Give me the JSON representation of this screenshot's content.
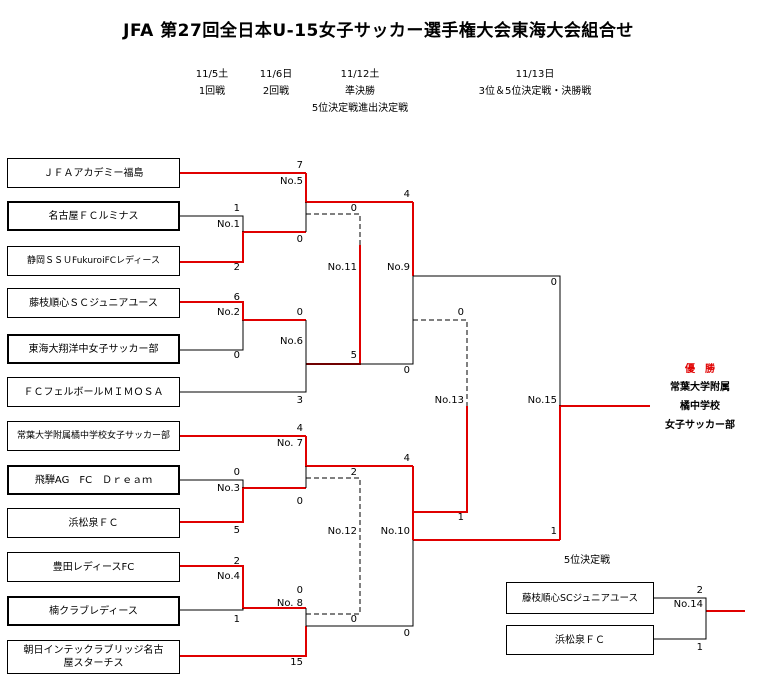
{
  "title": "JFA 第27回全日本U-15女子サッカー選手権大会東海大会組合せ",
  "headers": {
    "d1": {
      "date": "11/5土",
      "label": "1回戦"
    },
    "d2": {
      "date": "11/6日",
      "label": "2回戦"
    },
    "d3": {
      "date": "11/12土",
      "label": "準決勝",
      "sub": "5位決定戦進出決定戦"
    },
    "d4": {
      "date": "11/13日",
      "label": "3位＆5位決定戦・決勝戦"
    }
  },
  "teams": [
    "ＪＦＡアカデミー福島",
    "名古屋ＦＣルミナス",
    "静岡ＳＳＵFukuroiFCレディース",
    "藤枝順心ＳＣジュニアユース",
    "東海大翔洋中女子サッカー部",
    "ＦＣフェルボールＭＩＭＯＳＡ",
    "常葉大学附属橘中学校女子サッカー部",
    "飛騨AG　FC　Ｄｒｅａｍ",
    "浜松泉ＦＣ",
    "豊田レディースFC",
    "楠クラブレディース",
    "朝日インテックラブリッジ名古屋スターチス"
  ],
  "matches": {
    "no1": {
      "label": "No.1",
      "top": "1",
      "bottom": "2"
    },
    "no2": {
      "label": "No.2",
      "top": "6",
      "bottom": "0"
    },
    "no3": {
      "label": "No.3",
      "top": "0",
      "bottom": "5"
    },
    "no4": {
      "label": "No.4",
      "top": "2",
      "bottom": "1"
    },
    "no5": {
      "label": "No.5",
      "top": "7",
      "bottom": "0"
    },
    "no6": {
      "label": "No.6",
      "top": "0",
      "bottom": "3"
    },
    "no7": {
      "label": "No. 7",
      "top": "4",
      "bottom": "0"
    },
    "no8": {
      "label": "No. 8",
      "top": "0",
      "bottom": "15"
    },
    "no9": {
      "label": "No.9",
      "top": "4",
      "bottom": "0"
    },
    "no10": {
      "label": "No.10",
      "top": "4",
      "bottom": "0"
    },
    "no11": {
      "label": "No.11",
      "top": "0",
      "bottom": "5"
    },
    "no12": {
      "label": "No.12",
      "top": "2",
      "bottom": "0"
    },
    "no13": {
      "label": "No.13",
      "top": "0",
      "bottom": "1"
    },
    "no15": {
      "label": "No.15",
      "top": "0",
      "bottom": "1"
    },
    "no14": {
      "label": "No.14",
      "top": "2",
      "bottom": "1"
    }
  },
  "winner": {
    "label": "優　勝",
    "name1": "常葉大学附属",
    "name2": "橘中学校",
    "name3": "女子サッカー部"
  },
  "fifth": {
    "title": "5位決定戦",
    "team1": "藤枝順心SCジュニアユース",
    "team2": "浜松泉ＦＣ"
  },
  "colors": {
    "win": "#e00000",
    "line": "#000000"
  }
}
